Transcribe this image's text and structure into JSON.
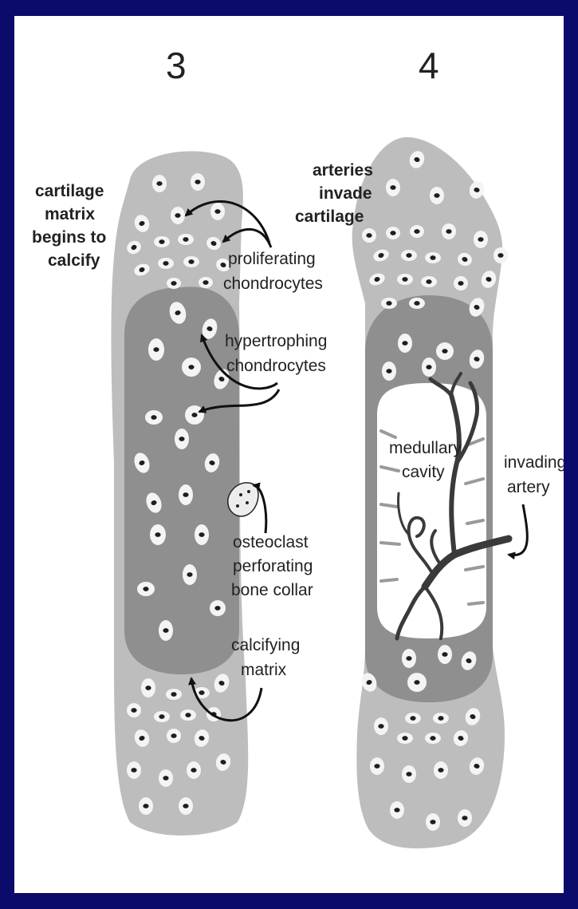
{
  "stages": [
    {
      "number": "3",
      "labels": {
        "calcify": [
          "cartilage",
          "matrix",
          "begins to",
          "calcify"
        ],
        "proliferating": [
          "proliferating",
          "chondrocytes"
        ],
        "hypertrophing": [
          "hypertrophing",
          "chondrocytes"
        ],
        "osteoclast": [
          "osteoclast",
          "perforating",
          "bone collar"
        ],
        "calcifying": [
          "calcifying",
          "matrix"
        ]
      }
    },
    {
      "number": "4",
      "labels": {
        "arteries": [
          "arteries",
          "invade",
          "cartilage"
        ],
        "medullary": [
          "medullary",
          "cavity"
        ],
        "invading": [
          "invading",
          "artery"
        ]
      }
    }
  ],
  "colors": {
    "background": "#0b0b6b",
    "panel": "#ffffff",
    "cartilage": "#bdbdbd",
    "calcified_zone": "#8f8f8f",
    "lacuna": "#f4f4f4",
    "nucleus": "#1e1e1e",
    "artery": "#3a3a3a"
  }
}
